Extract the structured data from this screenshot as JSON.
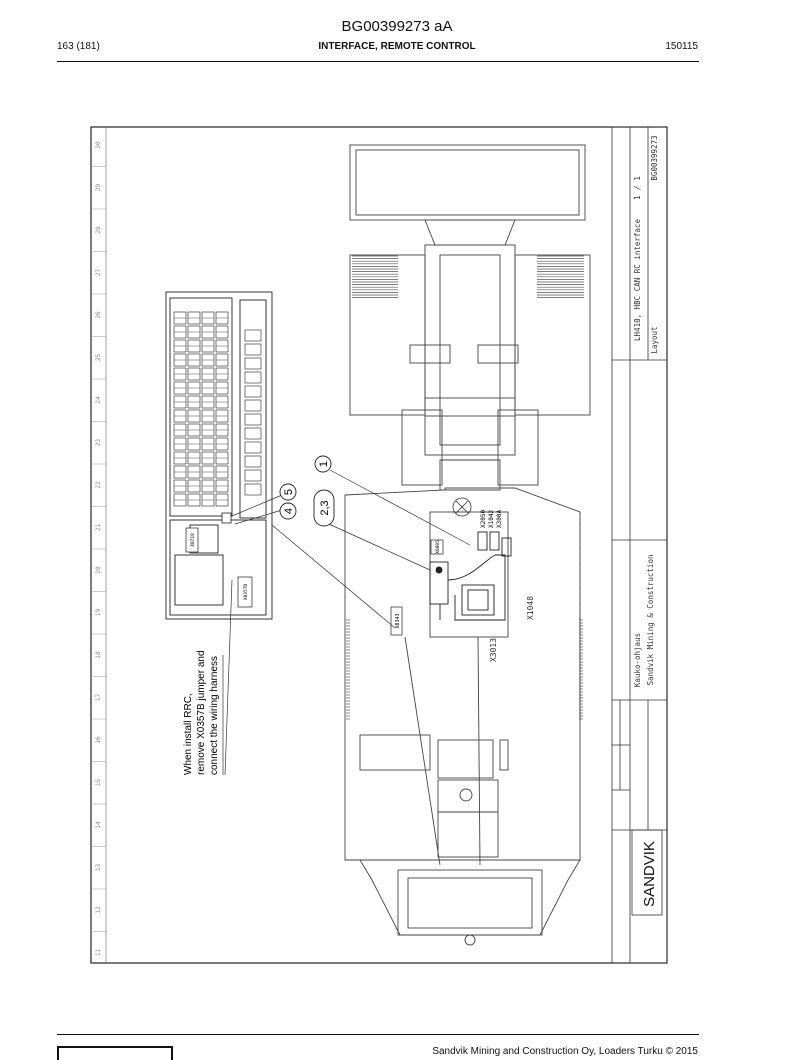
{
  "header": {
    "doc_id": "BG00399273 aA",
    "page": "163 (181)",
    "section": "INTERFACE, REMOTE CONTROL",
    "date": "150115"
  },
  "drawing": {
    "note_lines": [
      "When install RRC,",
      "remove X0357B jumper and",
      "connect the wiring harness"
    ],
    "callouts": [
      "1",
      "2,3",
      "4",
      "5"
    ],
    "connectors": [
      "X0357B",
      "X0343",
      "X3013",
      "X1048",
      "X0805",
      "X0718"
    ],
    "connector_stack": [
      "X2050",
      "X1042",
      "X300A"
    ],
    "column_numbers": [
      "30",
      "29",
      "28",
      "27",
      "26",
      "25",
      "24",
      "23",
      "22",
      "21",
      "20",
      "19",
      "18",
      "17",
      "16",
      "15",
      "14",
      "13",
      "12",
      "11"
    ],
    "title_block": {
      "sheet": "1 / 1",
      "number": "BG00399273",
      "title": "LH410, HBC CAN RC interface",
      "subtitle": "Layout",
      "company_fi": "Kauko-ohjaus",
      "company_en": "Sandvik Mining & Construction",
      "brand": "SANDVIK"
    }
  },
  "footer": {
    "company": "Sandvik Mining and Construction Oy, Loaders Turku © 2015"
  }
}
